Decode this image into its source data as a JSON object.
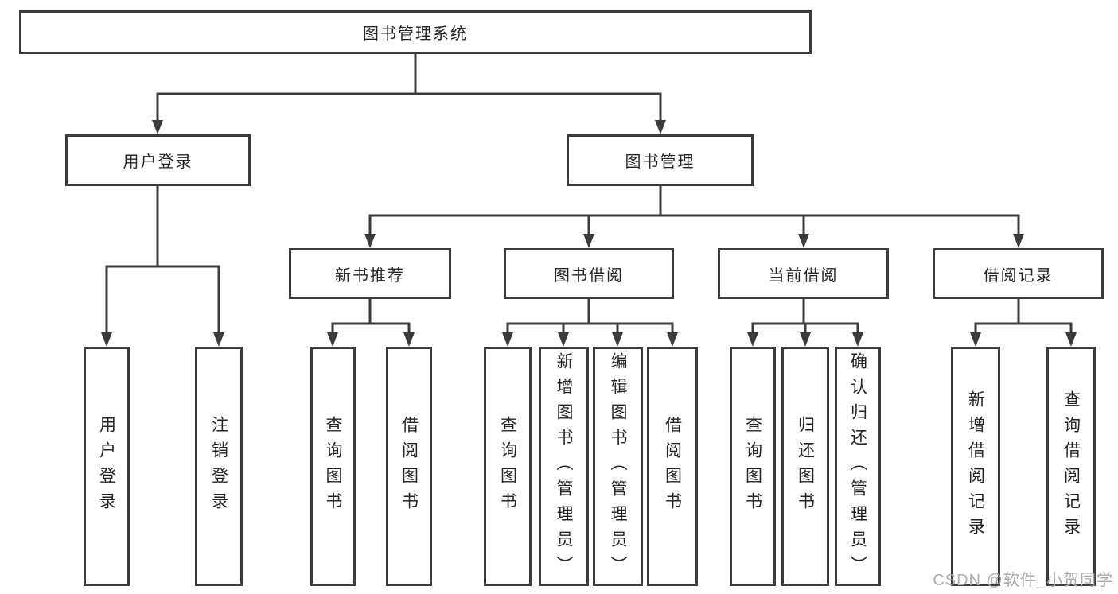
{
  "tree": {
    "label": "图书管理系统",
    "children": [
      {
        "label": "用户登录",
        "children": [
          {
            "label": "用户登录"
          },
          {
            "label": "注销登录"
          }
        ]
      },
      {
        "label": "图书管理",
        "children": [
          {
            "label": "新书推荐",
            "children": [
              {
                "label": "查询图书"
              },
              {
                "label": "借阅图书"
              }
            ]
          },
          {
            "label": "图书借阅",
            "children": [
              {
                "label": "查询图书"
              },
              {
                "label": "新增图书（管理员）"
              },
              {
                "label": "编辑图书（管理员）"
              },
              {
                "label": "借阅图书"
              }
            ]
          },
          {
            "label": "当前借阅",
            "children": [
              {
                "label": "查询图书"
              },
              {
                "label": "归还图书"
              },
              {
                "label": "确认归还（管理员）"
              }
            ]
          },
          {
            "label": "借阅记录",
            "children": [
              {
                "label": "新增借阅记录"
              },
              {
                "label": "查询借阅记录"
              }
            ]
          }
        ]
      }
    ]
  },
  "watermark": {
    "text": "CSDN @软件_小贺同学"
  },
  "colors": {
    "line": "#3b3b3b",
    "text": "#262626",
    "watermark": "#ababab",
    "background": "#ffffff"
  }
}
